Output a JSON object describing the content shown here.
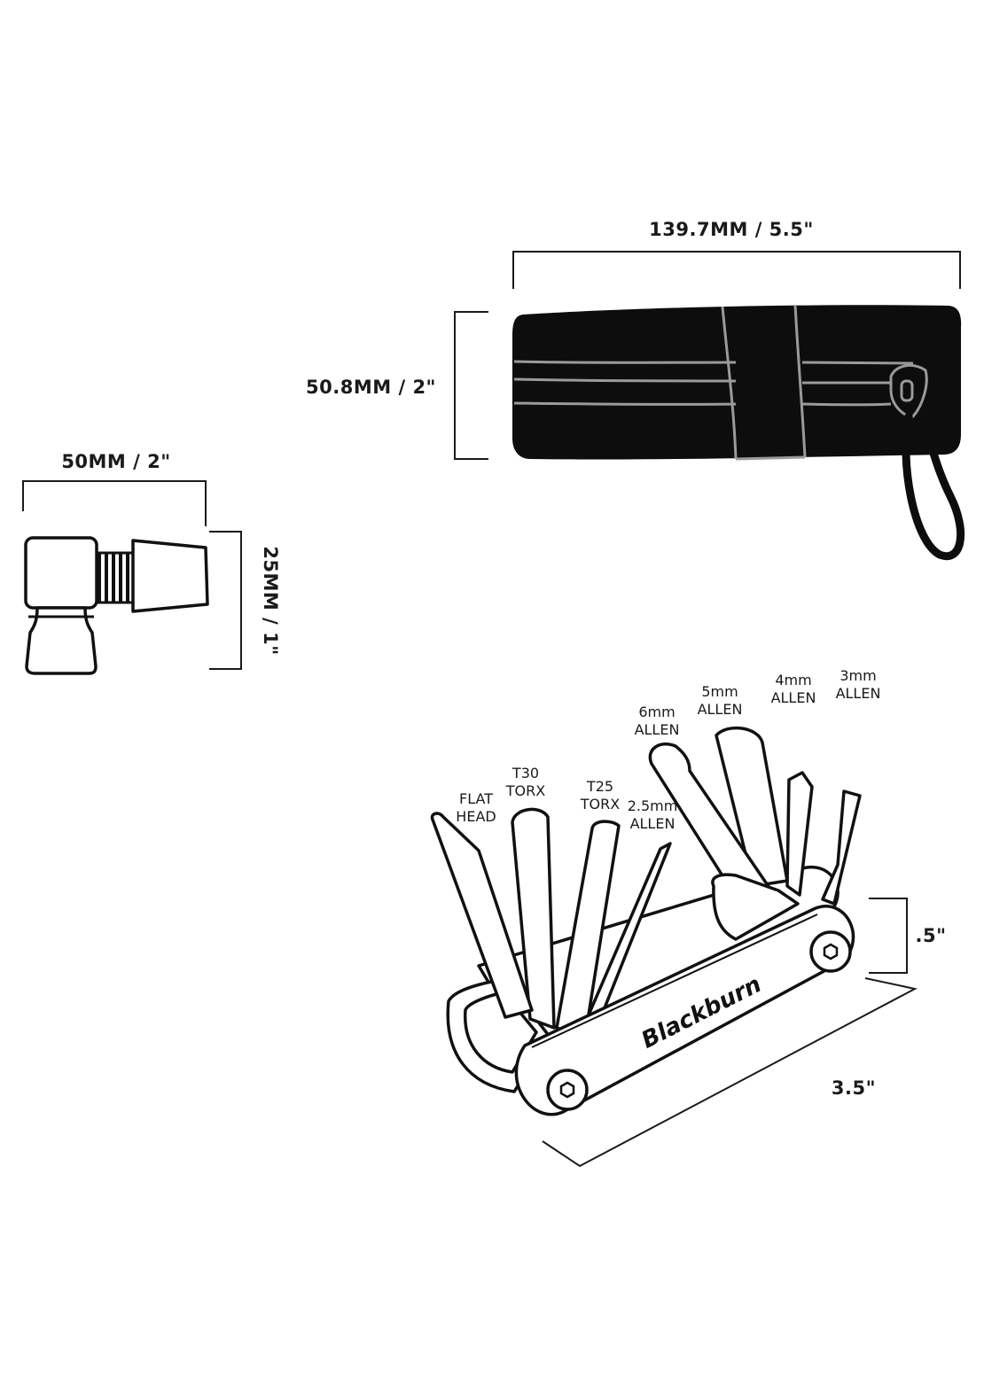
{
  "dimensions": {
    "roll_width": "139.7MM / 5.5\"",
    "roll_height": "50.8MM / 2\"",
    "inflator_width": "50MM / 2\"",
    "inflator_height": "25MM / 1\"",
    "tool_thickness": ".5\"",
    "tool_length": "3.5\""
  },
  "tools": [
    {
      "line1": "FLAT",
      "line2": "HEAD"
    },
    {
      "line1": "T30",
      "line2": "TORX"
    },
    {
      "line1": "T25",
      "line2": "TORX"
    },
    {
      "line1": "2.5mm",
      "line2": "ALLEN"
    },
    {
      "line1": "6mm",
      "line2": "ALLEN"
    },
    {
      "line1": "5mm",
      "line2": "ALLEN"
    },
    {
      "line1": "4mm",
      "line2": "ALLEN"
    },
    {
      "line1": "3mm",
      "line2": "ALLEN"
    }
  ],
  "brand": "Blackburn",
  "colors": {
    "ink": "#1a1a1a",
    "bag": "#0d0d0d",
    "reflective": "#9a9a9a"
  }
}
